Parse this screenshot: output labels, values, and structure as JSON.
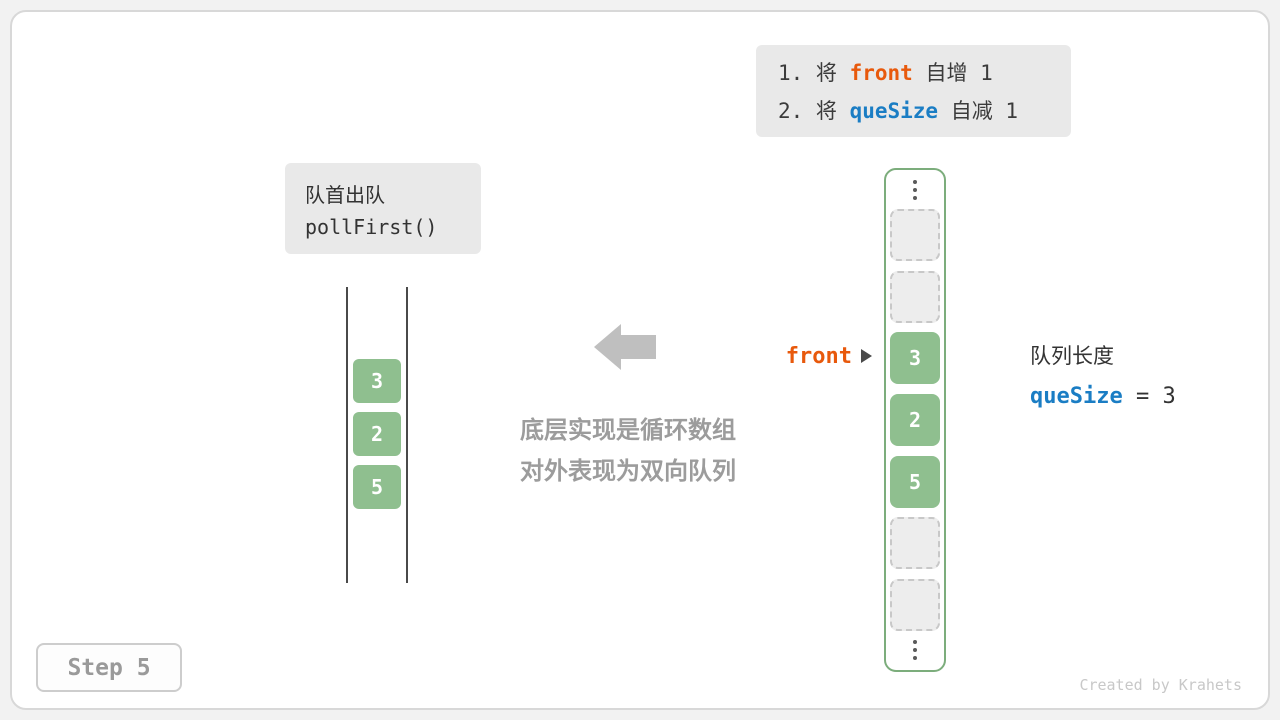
{
  "colors": {
    "green": "#8fbf8f",
    "green_border": "#7cad7c",
    "orange": "#e8590c",
    "blue": "#1a7dc4",
    "gray_box": "#e9e9e9"
  },
  "instruction_box": {
    "line1_prefix": "1. 将 ",
    "line1_code": "front",
    "line1_suffix": " 自增 1",
    "line2_prefix": "2. 将 ",
    "line2_code": "queSize",
    "line2_suffix": " 自减 1"
  },
  "operation_box": {
    "title": "队首出队",
    "method": "pollFirst()"
  },
  "abstract_queue": {
    "values": [
      "3",
      "2",
      "5"
    ]
  },
  "center_note": {
    "line1": "底层实现是循环数组",
    "line2": "对外表现为双向队列"
  },
  "front_pointer": {
    "label": "front"
  },
  "array_column": {
    "cells": [
      {
        "type": "empty"
      },
      {
        "type": "empty"
      },
      {
        "type": "filled",
        "value": "3"
      },
      {
        "type": "filled",
        "value": "2"
      },
      {
        "type": "filled",
        "value": "5"
      },
      {
        "type": "empty"
      },
      {
        "type": "empty"
      }
    ]
  },
  "queue_info": {
    "label": "队列长度",
    "code": "queSize",
    "value": " = 3"
  },
  "footer": {
    "step": "Step 5",
    "watermark": "Created by Krahets"
  }
}
